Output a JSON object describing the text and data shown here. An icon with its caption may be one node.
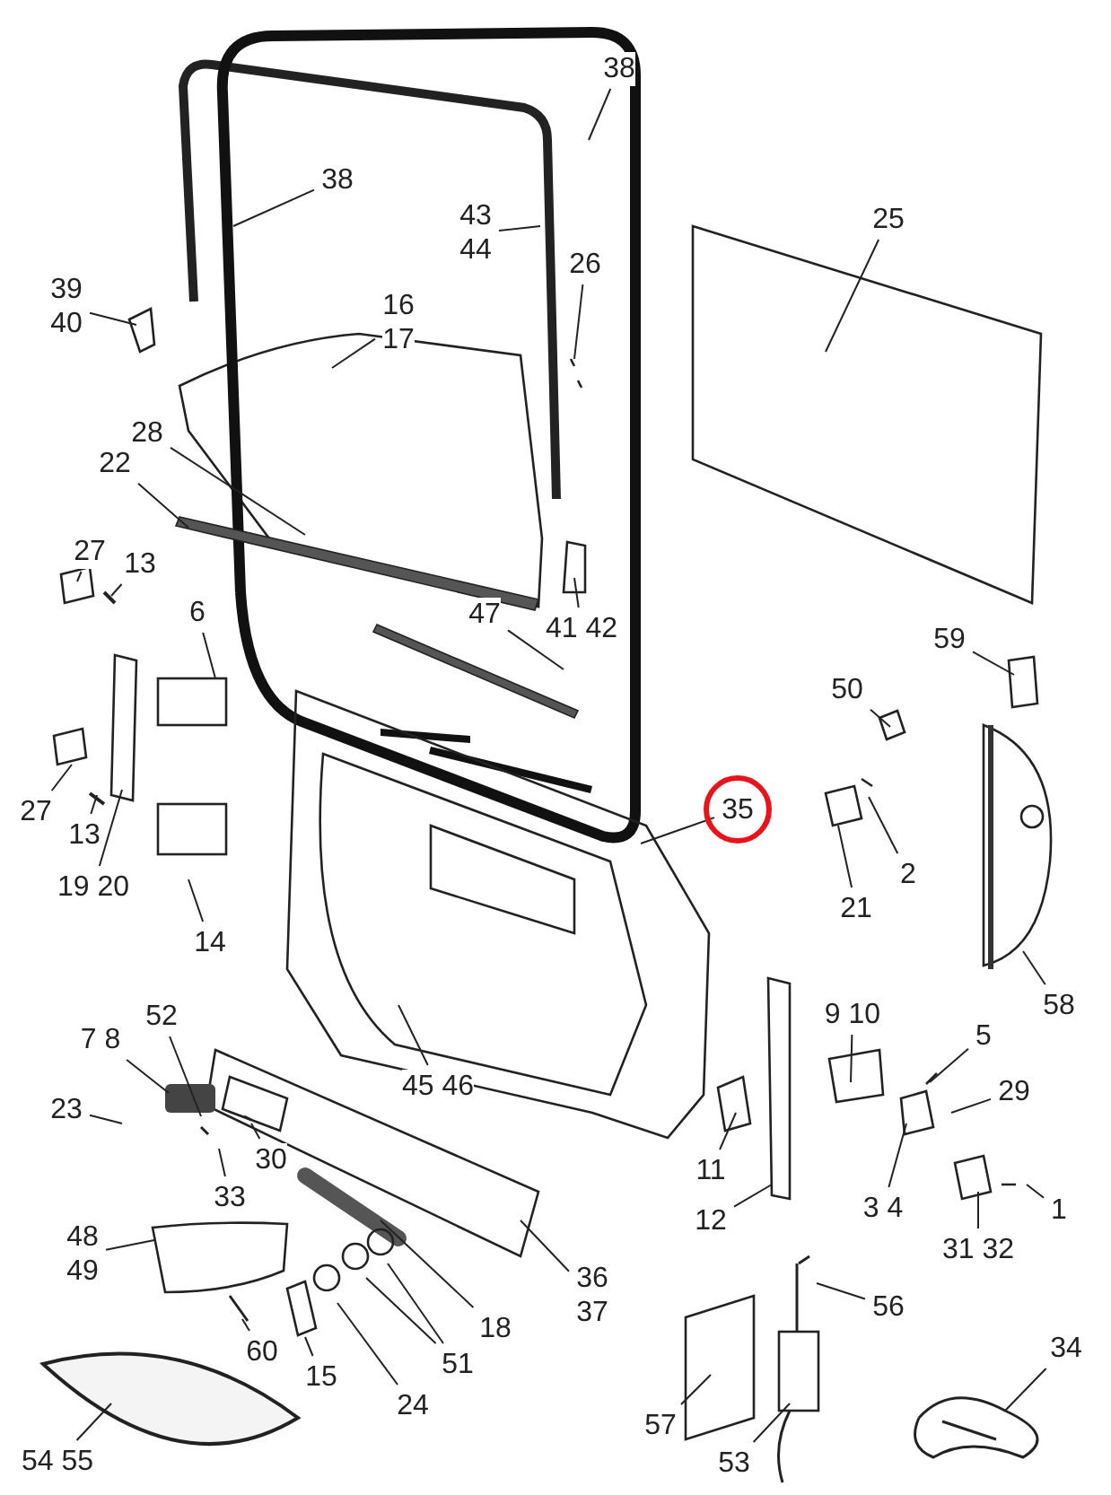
{
  "diagram": {
    "nodes": [
      {
        "text": [
          "38"
        ]
      },
      {
        "text": [
          "38"
        ]
      },
      {
        "text": [
          "43",
          "44"
        ]
      },
      {
        "text": [
          "39",
          "40"
        ]
      },
      {
        "text": [
          "26"
        ]
      },
      {
        "text": [
          "16",
          "17"
        ]
      },
      {
        "text": [
          "25"
        ]
      },
      {
        "text": [
          "28"
        ]
      },
      {
        "text": [
          "22"
        ]
      },
      {
        "text": [
          "27"
        ]
      },
      {
        "text": [
          "13"
        ]
      },
      {
        "text": [
          "6"
        ]
      },
      {
        "text": [
          "47"
        ]
      },
      {
        "text": [
          "41 42"
        ]
      },
      {
        "text": [
          "59"
        ]
      },
      {
        "text": [
          "50"
        ]
      },
      {
        "text": [
          "35"
        ]
      },
      {
        "text": [
          "27"
        ]
      },
      {
        "text": [
          "13"
        ]
      },
      {
        "text": [
          "19 20"
        ]
      },
      {
        "text": [
          "14"
        ]
      },
      {
        "text": [
          "21"
        ]
      },
      {
        "text": [
          "2"
        ]
      },
      {
        "text": [
          "58"
        ]
      },
      {
        "text": [
          "52"
        ]
      },
      {
        "text": [
          "7 8"
        ]
      },
      {
        "text": [
          "23"
        ]
      },
      {
        "text": [
          "33"
        ]
      },
      {
        "text": [
          "30"
        ]
      },
      {
        "text": [
          "45 46"
        ]
      },
      {
        "text": [
          "9 10"
        ]
      },
      {
        "text": [
          "5"
        ]
      },
      {
        "text": [
          "29"
        ]
      },
      {
        "text": [
          "11"
        ]
      },
      {
        "text": [
          "12"
        ]
      },
      {
        "text": [
          "3 4"
        ]
      },
      {
        "text": [
          "31 32"
        ]
      },
      {
        "text": [
          "1"
        ]
      },
      {
        "text": [
          "48",
          "49"
        ]
      },
      {
        "text": [
          "36",
          "37"
        ]
      },
      {
        "text": [
          "18"
        ]
      },
      {
        "text": [
          "56"
        ]
      },
      {
        "text": [
          "34"
        ]
      },
      {
        "text": [
          "60"
        ]
      },
      {
        "text": [
          "15"
        ]
      },
      {
        "text": [
          "24"
        ]
      },
      {
        "text": [
          "51"
        ]
      },
      {
        "text": [
          "57"
        ]
      },
      {
        "text": [
          "53"
        ]
      },
      {
        "text": [
          "54 55"
        ]
      }
    ],
    "edges": [
      {
        "from": 0,
        "to": null,
        "arrow": "none"
      },
      {
        "from": 1,
        "to": null,
        "arrow": "none"
      },
      {
        "from": 2,
        "to": null,
        "arrow": "none"
      },
      {
        "from": 3,
        "to": null,
        "arrow": "none"
      },
      {
        "from": 4,
        "to": null,
        "arrow": "none"
      },
      {
        "from": 5,
        "to": null,
        "arrow": "none"
      },
      {
        "from": 6,
        "to": null,
        "arrow": "none"
      },
      {
        "from": 7,
        "to": null,
        "arrow": "none"
      },
      {
        "from": 8,
        "to": null,
        "arrow": "none"
      },
      {
        "from": 9,
        "to": null,
        "arrow": "none"
      },
      {
        "from": 10,
        "to": null,
        "arrow": "none"
      },
      {
        "from": 11,
        "to": null,
        "arrow": "none"
      },
      {
        "from": 12,
        "to": null,
        "arrow": "none"
      },
      {
        "from": 13,
        "to": null,
        "arrow": "none"
      },
      {
        "from": 14,
        "to": null,
        "arrow": "none"
      },
      {
        "from": 15,
        "to": null,
        "arrow": "none"
      },
      {
        "from": 16,
        "to": null,
        "arrow": "none"
      },
      {
        "from": 17,
        "to": null,
        "arrow": "none"
      },
      {
        "from": 18,
        "to": null,
        "arrow": "none"
      },
      {
        "from": 19,
        "to": null,
        "arrow": "none"
      },
      {
        "from": 20,
        "to": null,
        "arrow": "none"
      },
      {
        "from": 21,
        "to": null,
        "arrow": "none"
      },
      {
        "from": 22,
        "to": null,
        "arrow": "none"
      },
      {
        "from": 23,
        "to": null,
        "arrow": "none"
      },
      {
        "from": 24,
        "to": null,
        "arrow": "none"
      },
      {
        "from": 25,
        "to": null,
        "arrow": "none"
      },
      {
        "from": 26,
        "to": null,
        "arrow": "none"
      },
      {
        "from": 27,
        "to": null,
        "arrow": "none"
      },
      {
        "from": 28,
        "to": null,
        "arrow": "none"
      },
      {
        "from": 29,
        "to": null,
        "arrow": "none"
      },
      {
        "from": 30,
        "to": null,
        "arrow": "none"
      },
      {
        "from": 31,
        "to": null,
        "arrow": "none"
      },
      {
        "from": 32,
        "to": null,
        "arrow": "none"
      },
      {
        "from": 33,
        "to": null,
        "arrow": "none"
      },
      {
        "from": 34,
        "to": null,
        "arrow": "none"
      },
      {
        "from": 35,
        "to": null,
        "arrow": "none"
      },
      {
        "from": 36,
        "to": null,
        "arrow": "none"
      },
      {
        "from": 37,
        "to": null,
        "arrow": "none"
      },
      {
        "from": 38,
        "to": null,
        "arrow": "none"
      },
      {
        "from": 39,
        "to": null,
        "arrow": "none"
      },
      {
        "from": 40,
        "to": null,
        "arrow": "none"
      },
      {
        "from": 41,
        "to": null,
        "arrow": "none"
      },
      {
        "from": 42,
        "to": null,
        "arrow": "none"
      },
      {
        "from": 43,
        "to": null,
        "arrow": "none"
      },
      {
        "from": 44,
        "to": null,
        "arrow": "none"
      },
      {
        "from": 45,
        "to": null,
        "arrow": "none"
      },
      {
        "from": 46,
        "to": null,
        "arrow": "none"
      },
      {
        "from": 47,
        "to": null,
        "arrow": "none"
      },
      {
        "from": 48,
        "to": null,
        "arrow": "none"
      },
      {
        "from": 49,
        "to": null,
        "arrow": "none"
      },
      {
        "from": 46,
        "to": null,
        "arrow": "none"
      }
    ]
  }
}
